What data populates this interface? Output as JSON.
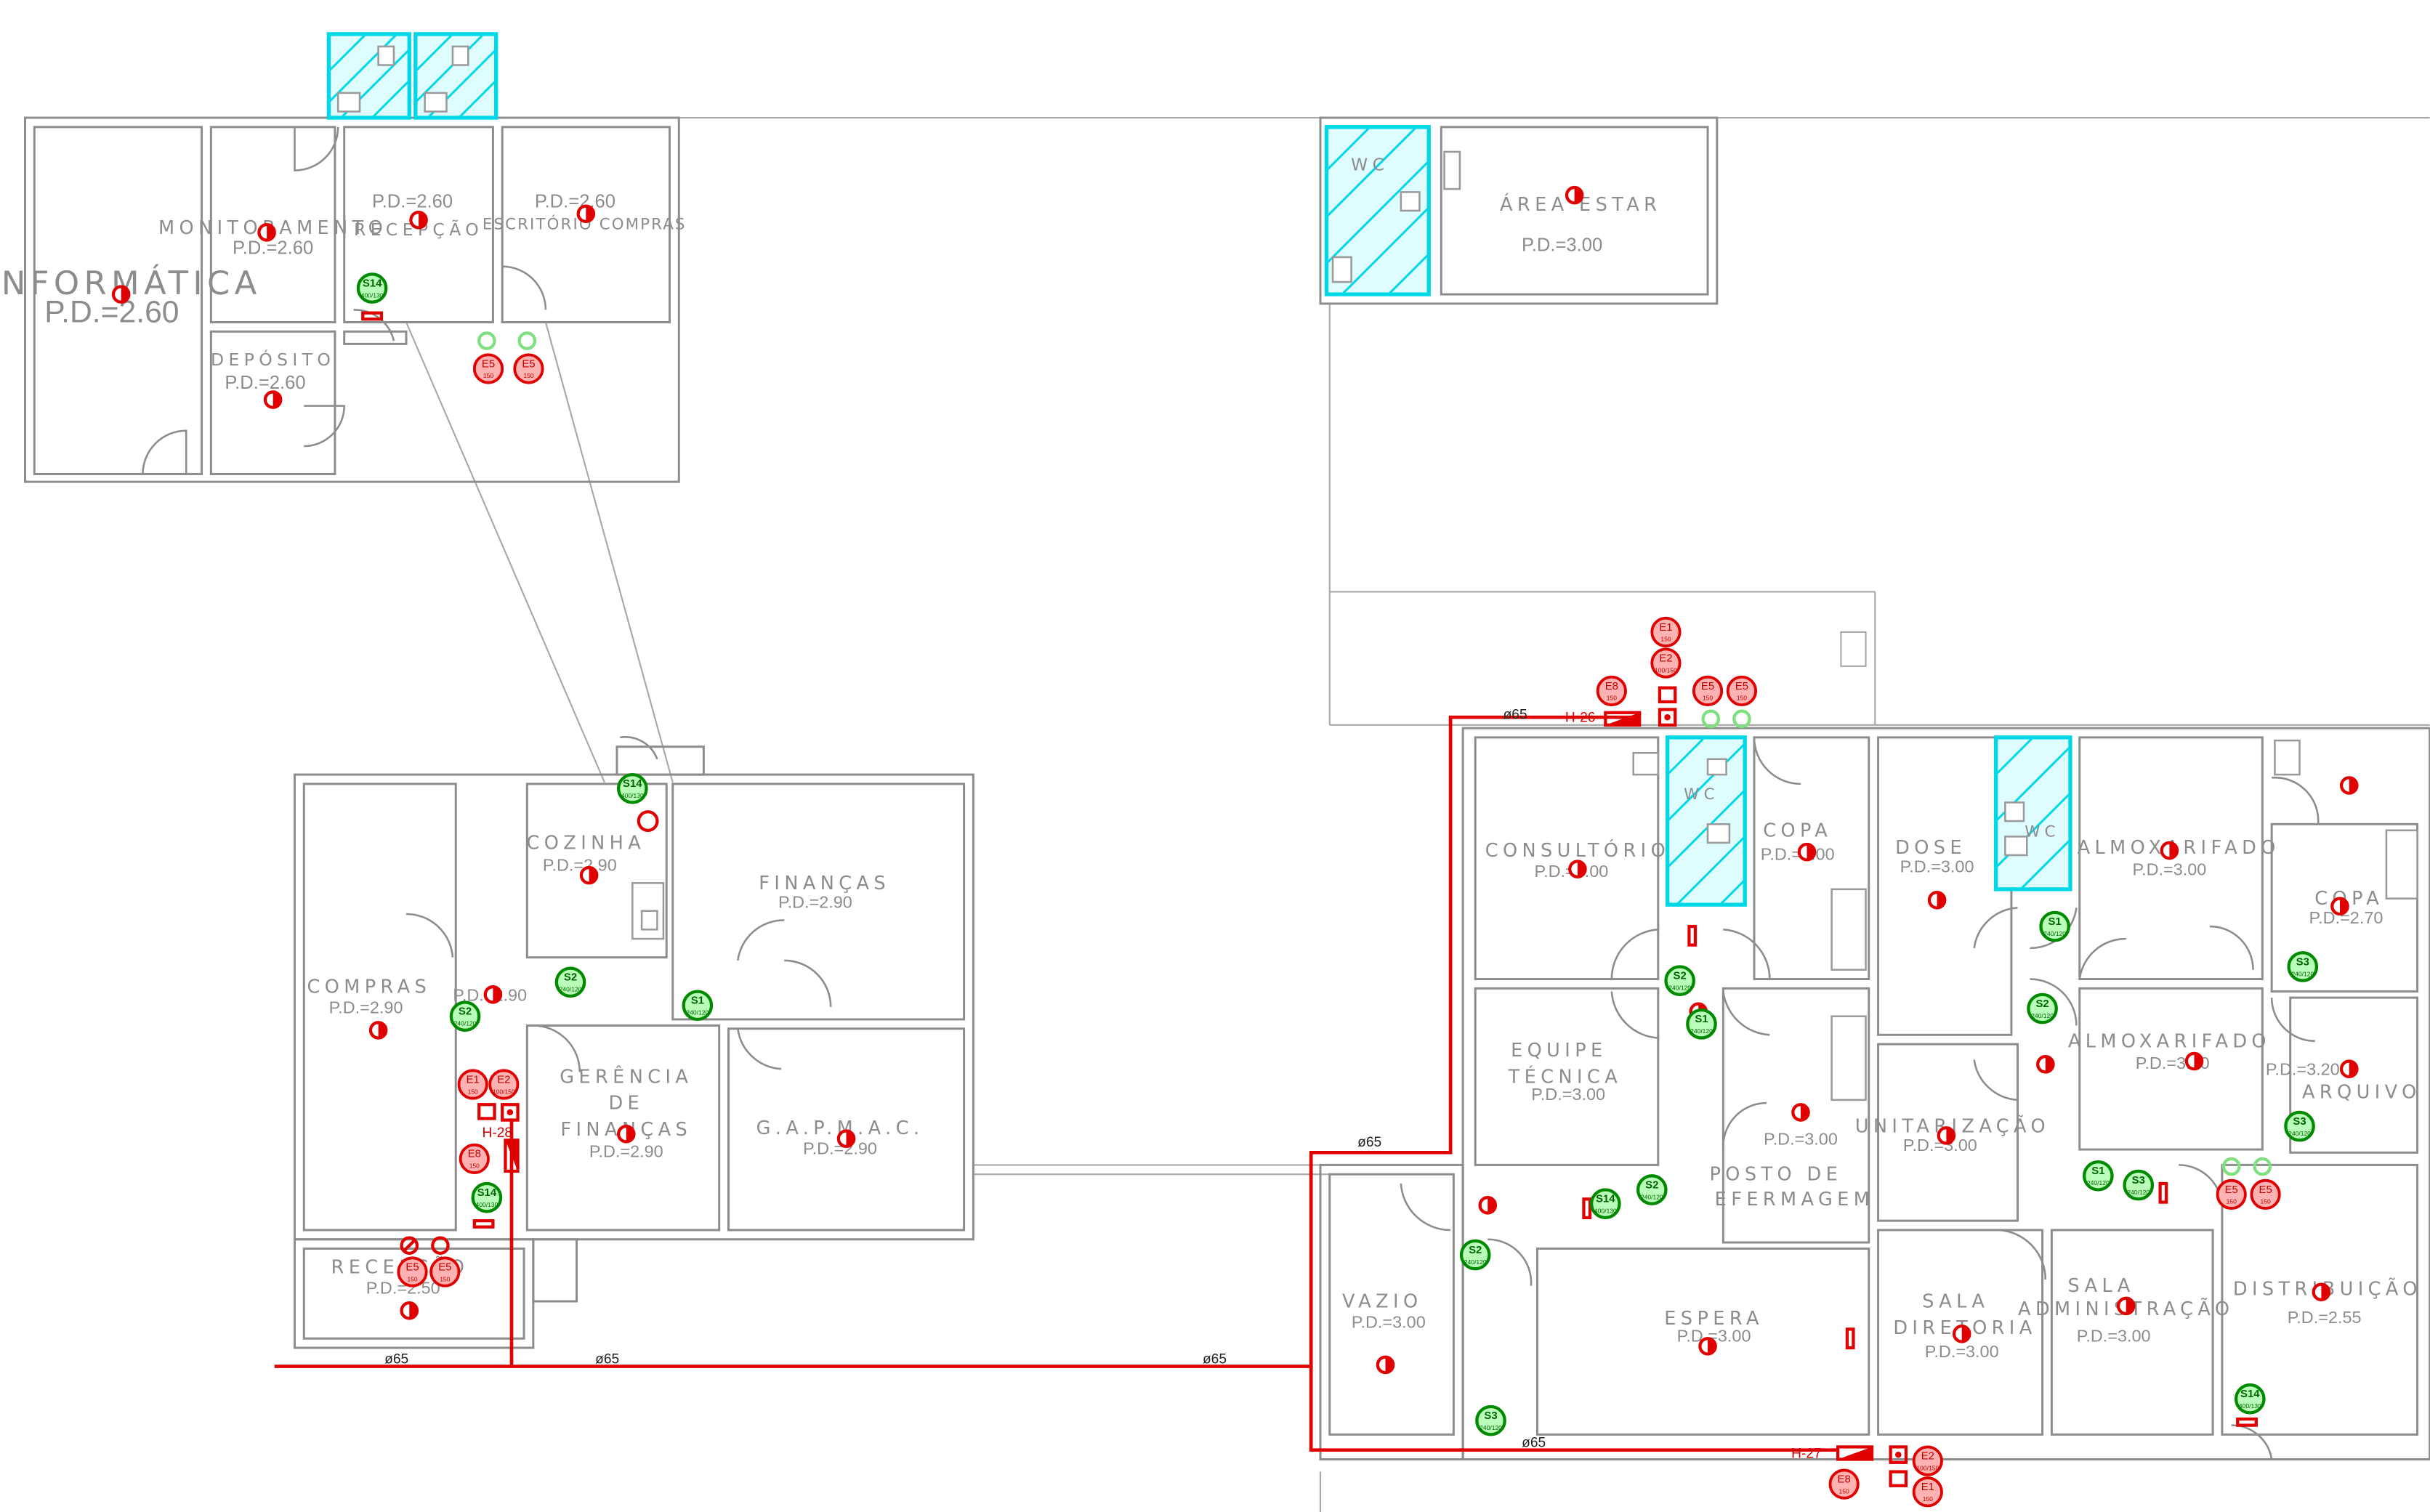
{
  "rooms": {
    "informatica": {
      "name": "INFORMÁTICA",
      "pd": "P.D.=2.60"
    },
    "monitoramento": {
      "name": "MONITORAMENTO",
      "pd": "P.D.=2.60"
    },
    "recepcao_top": {
      "name": "RECEPÇÃO",
      "pd": "P.D.=2.60"
    },
    "escritorio_compras": {
      "name": "ESCRITÓRIO COMPRAS",
      "pd": "P.D.=2.60"
    },
    "deposito": {
      "name": "DEPÓSITO",
      "pd": "P.D.=2.60"
    },
    "wc_estar": {
      "name": "WC"
    },
    "area_estar": {
      "name": "ÁREA ESTAR",
      "pd": "P.D.=3.00"
    },
    "cozinha": {
      "name": "COZINHA",
      "pd": "P.D.=2.90"
    },
    "financas": {
      "name": "FINANÇAS",
      "pd": "P.D.=2.90"
    },
    "compras": {
      "name": "COMPRAS",
      "pd": "P.D.=2.90"
    },
    "circulacao": {
      "pd": "P.D.=2.90"
    },
    "gerencia": {
      "name1": "GERÊNCIA",
      "name2": "DE",
      "name3": "FINANÇAS",
      "pd": "P.D.=2.90"
    },
    "gapmac": {
      "name": "G.A.P.M.A.C.",
      "pd": "P.D.=2.90"
    },
    "recepcao_low": {
      "name": "RECEPÇÃO",
      "pd": "P.D.=2.50"
    },
    "consultorio": {
      "name": "CONSULTÓRIO",
      "pd": "P.D.=3.00"
    },
    "wc_cons": {
      "name": "WC"
    },
    "copa_r": {
      "name": "COPA",
      "pd": "P.D.=3.00"
    },
    "dose": {
      "name": "DOSE",
      "pd": "P.D.=3.00"
    },
    "wc_dose": {
      "name": "WC"
    },
    "almox1": {
      "name": "ALMOXARIFADO",
      "pd": "P.D.=3.00"
    },
    "copa_far": {
      "name": "COPA",
      "pd": "P.D.=2.70"
    },
    "equipe": {
      "name1": "EQUIPE",
      "name2": "TÉCNICA",
      "pd": "P.D.=3.00"
    },
    "posto": {
      "name1": "POSTO DE",
      "name2": "EFERMAGEM",
      "pd": "P.D.=3.00"
    },
    "unitarizacao": {
      "name": "UNITARIZAÇÃO",
      "pd": "P.D.=3.00"
    },
    "almox2": {
      "name": "ALMOXARIFADO",
      "pd": "P.D.=3.00"
    },
    "arquivo": {
      "name": "ARQUIVO",
      "pd": "P.D.=3.20"
    },
    "vazio": {
      "name": "VAZIO",
      "pd": "P.D.=3.00"
    },
    "espera": {
      "name": "ESPERA",
      "pd": "P.D.=3.00"
    },
    "sala_diretoria": {
      "name1": "SALA",
      "name2": "DIRETORIA",
      "pd": "P.D.=3.00"
    },
    "sala_admin": {
      "name1": "SALA",
      "name2": "ADMINISTRAÇÃO",
      "pd": "P.D.=3.00"
    },
    "distribuicao": {
      "name": "DISTRIBUIÇÃO",
      "pd": "P.D.=2.55"
    }
  },
  "symbols": {
    "s14": {
      "code": "S14",
      "sub": "400/130"
    },
    "s1": {
      "code": "S1",
      "sub": "240/120"
    },
    "s2": {
      "code": "S2",
      "sub": "240/120"
    },
    "s3": {
      "code": "S3",
      "sub": "240/120"
    },
    "e1": {
      "code": "E1",
      "sub": "150"
    },
    "e2": {
      "code": "E2",
      "sub": "100/150"
    },
    "e5": {
      "code": "E5",
      "sub": "150"
    },
    "e8": {
      "code": "E8",
      "sub": "150"
    }
  },
  "hydrants": {
    "h26": "H-26",
    "h27": "H-27",
    "h28": "H-28"
  },
  "pipes": {
    "diameter": "ø65"
  },
  "colors": {
    "wall": "#8c8c8c",
    "pipe": "#e00000",
    "wc_fill": "#00d8e8",
    "extinguisher": "#e00000",
    "sign": "#008a00"
  }
}
